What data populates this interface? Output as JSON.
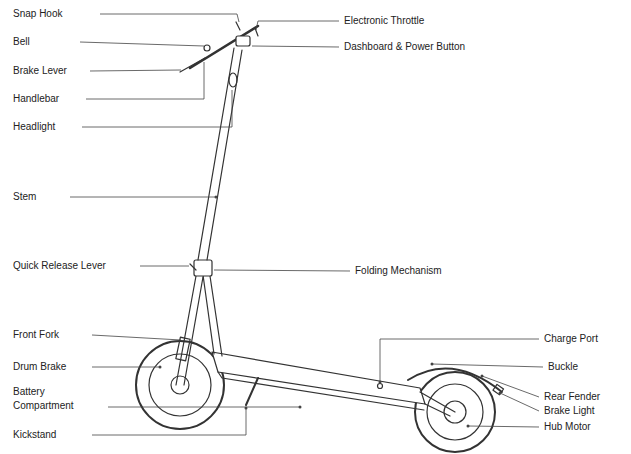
{
  "diagram": {
    "labels": [
      "Snap Hook",
      "Electronic Throttle",
      "Bell",
      "Dashboard & Power Button",
      "Brake Lever",
      "Handlebar",
      "Headlight",
      "Stem",
      "Quick Release Lever",
      "Folding Mechanism",
      "Front Fork",
      "Charge Port",
      "Drum Brake",
      "Buckle",
      "Battery Compartment",
      "Rear Fender",
      "Brake Light",
      "Kickstand",
      "Hub Motor"
    ]
  }
}
